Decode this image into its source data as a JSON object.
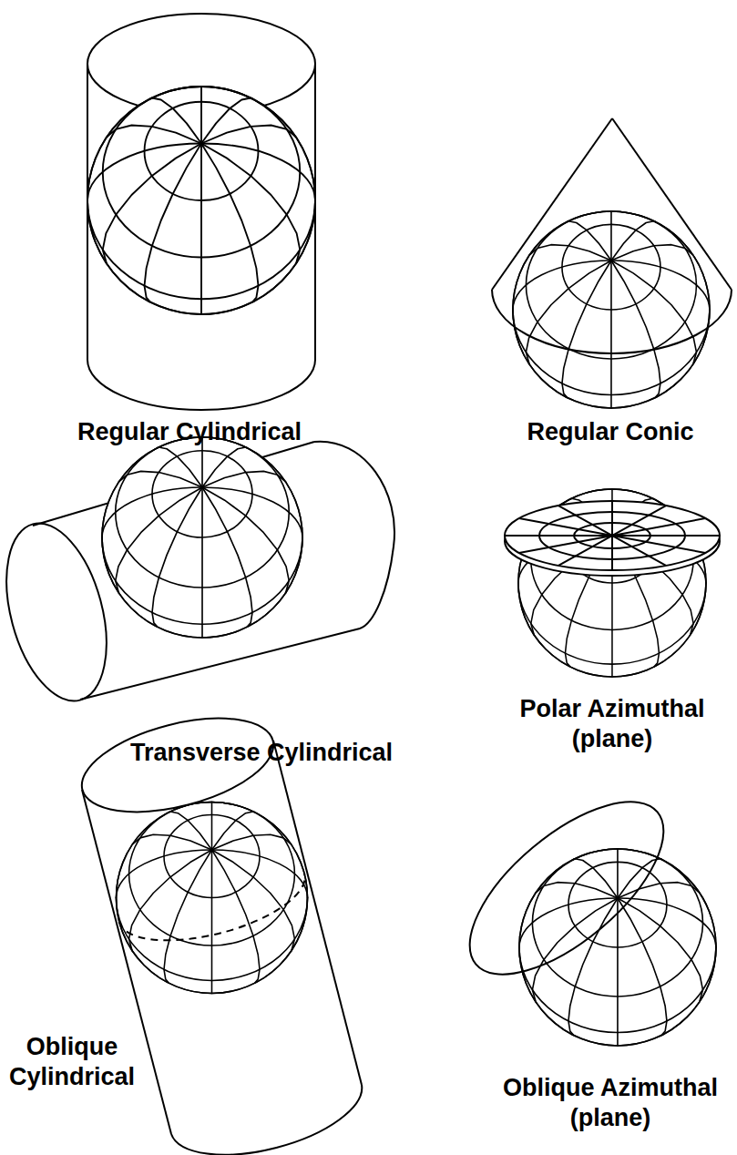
{
  "diagram": {
    "labels": [
      "Regular Cylindrical",
      "Regular Conic",
      "Transverse Cylindrical",
      "Polar Azimuthal (plane)",
      "Oblique Cylindrical",
      "Oblique Azimuthal (plane)"
    ]
  }
}
